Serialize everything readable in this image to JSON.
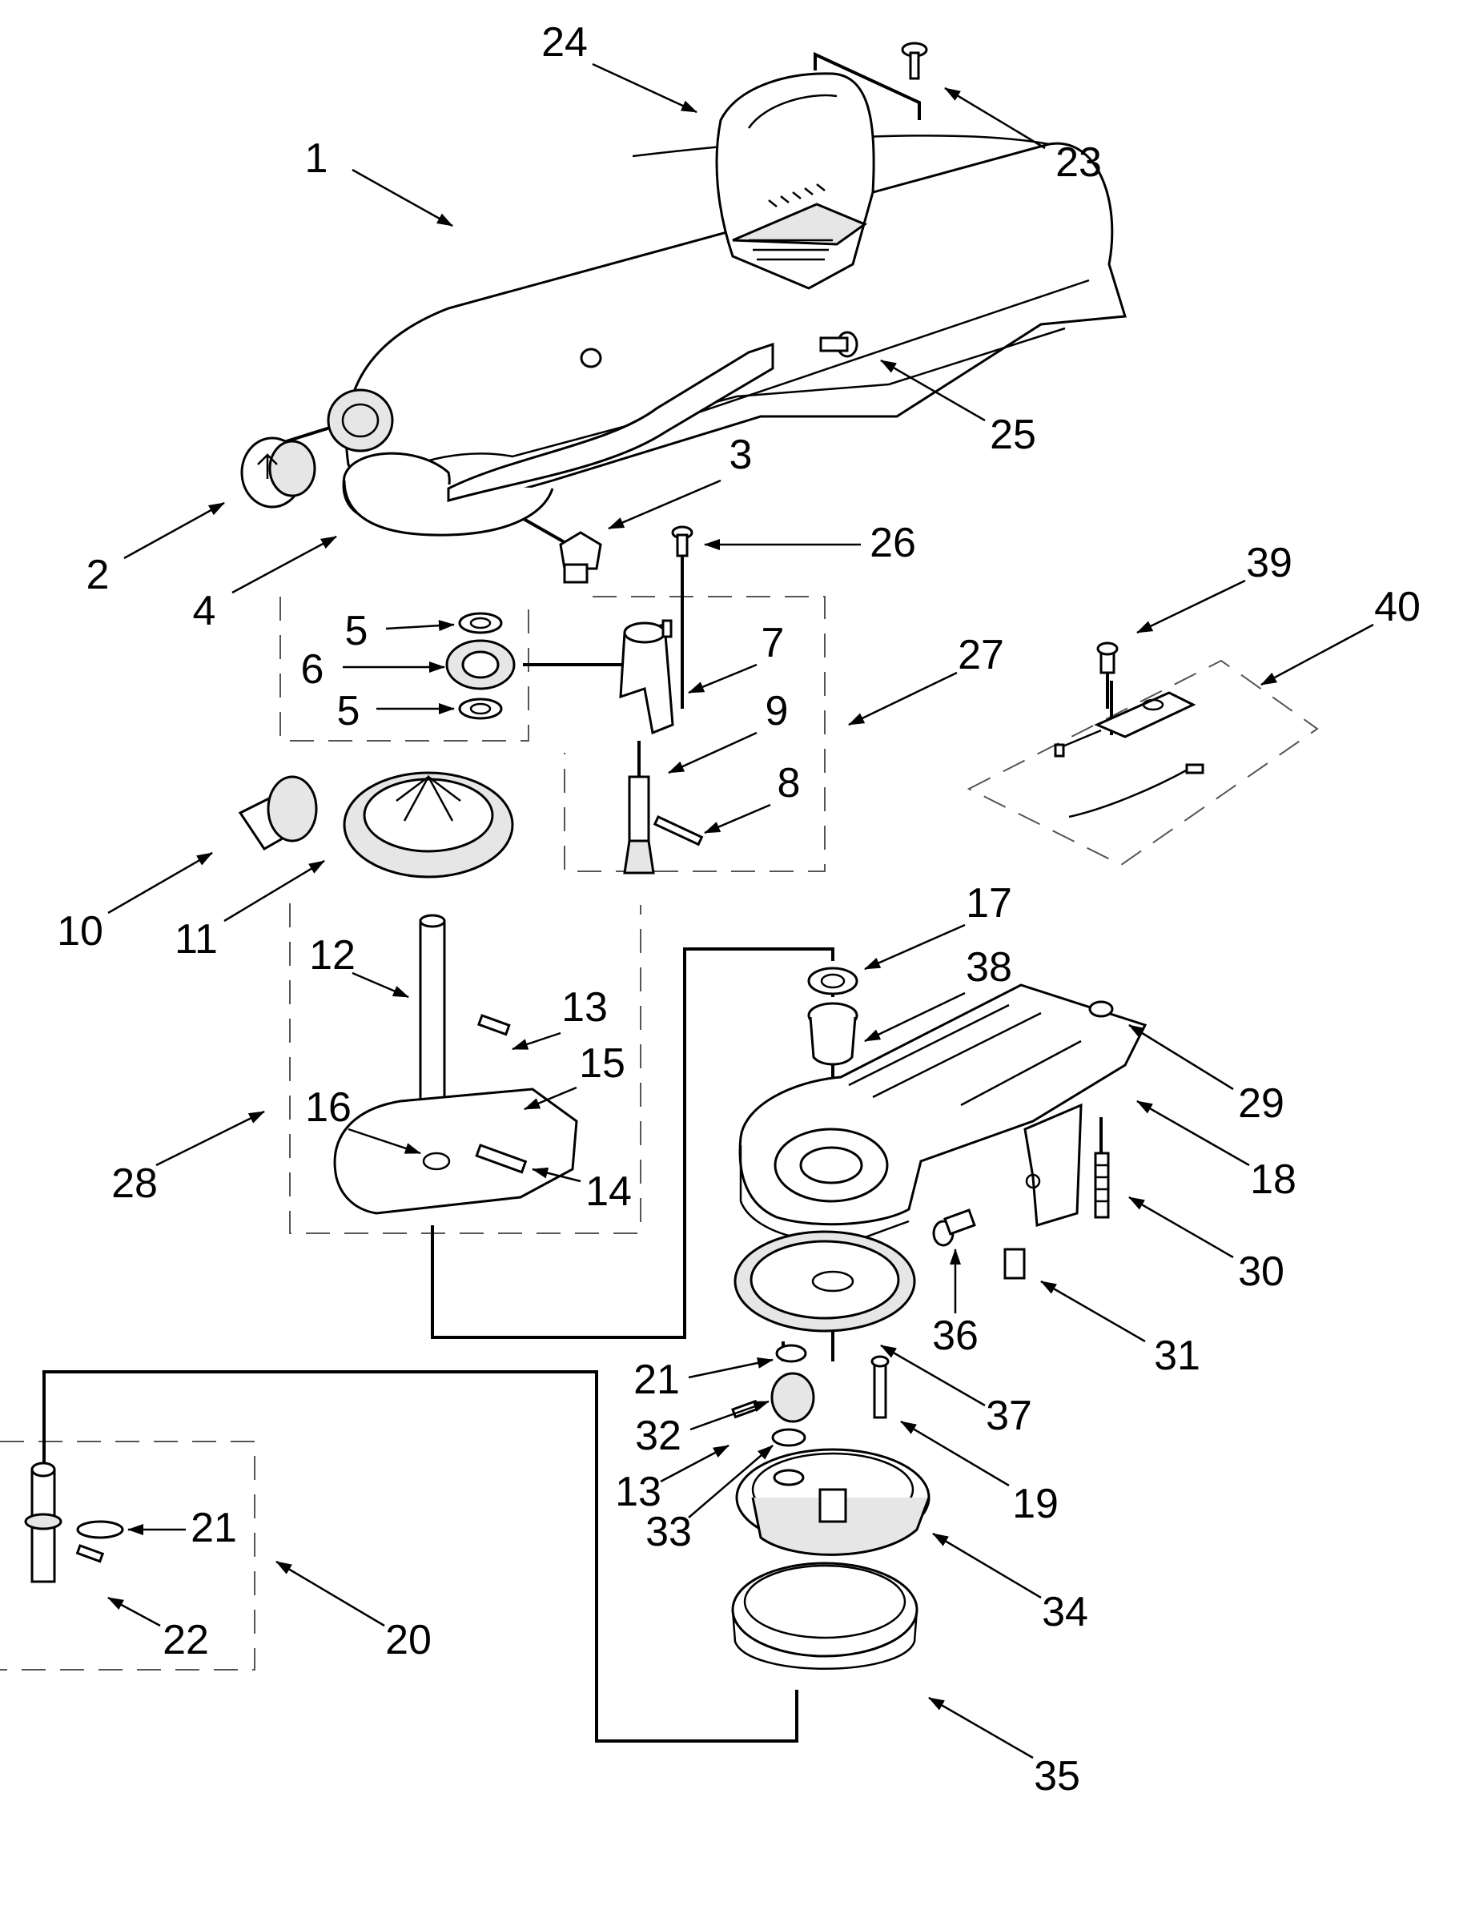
{
  "callouts": [
    {
      "id": "1",
      "label": "1"
    },
    {
      "id": "2",
      "label": "2"
    },
    {
      "id": "3",
      "label": "3"
    },
    {
      "id": "4",
      "label": "4"
    },
    {
      "id": "5a",
      "label": "5"
    },
    {
      "id": "5b",
      "label": "5"
    },
    {
      "id": "6",
      "label": "6"
    },
    {
      "id": "7",
      "label": "7"
    },
    {
      "id": "8",
      "label": "8"
    },
    {
      "id": "9",
      "label": "9"
    },
    {
      "id": "10",
      "label": "10"
    },
    {
      "id": "11",
      "label": "11"
    },
    {
      "id": "12",
      "label": "12"
    },
    {
      "id": "13a",
      "label": "13"
    },
    {
      "id": "13b",
      "label": "13"
    },
    {
      "id": "14",
      "label": "14"
    },
    {
      "id": "15",
      "label": "15"
    },
    {
      "id": "16",
      "label": "16"
    },
    {
      "id": "17",
      "label": "17"
    },
    {
      "id": "18",
      "label": "18"
    },
    {
      "id": "19",
      "label": "19"
    },
    {
      "id": "20",
      "label": "20"
    },
    {
      "id": "21a",
      "label": "21"
    },
    {
      "id": "21b",
      "label": "21"
    },
    {
      "id": "22",
      "label": "22"
    },
    {
      "id": "23",
      "label": "23"
    },
    {
      "id": "24",
      "label": "24"
    },
    {
      "id": "25",
      "label": "25"
    },
    {
      "id": "26",
      "label": "26"
    },
    {
      "id": "27",
      "label": "27"
    },
    {
      "id": "28",
      "label": "28"
    },
    {
      "id": "29",
      "label": "29"
    },
    {
      "id": "30",
      "label": "30"
    },
    {
      "id": "31",
      "label": "31"
    },
    {
      "id": "32",
      "label": "32"
    },
    {
      "id": "33",
      "label": "33"
    },
    {
      "id": "34",
      "label": "34"
    },
    {
      "id": "35",
      "label": "35"
    },
    {
      "id": "36",
      "label": "36"
    },
    {
      "id": "37",
      "label": "37"
    },
    {
      "id": "38",
      "label": "38"
    },
    {
      "id": "39",
      "label": "39"
    },
    {
      "id": "40",
      "label": "40"
    }
  ]
}
